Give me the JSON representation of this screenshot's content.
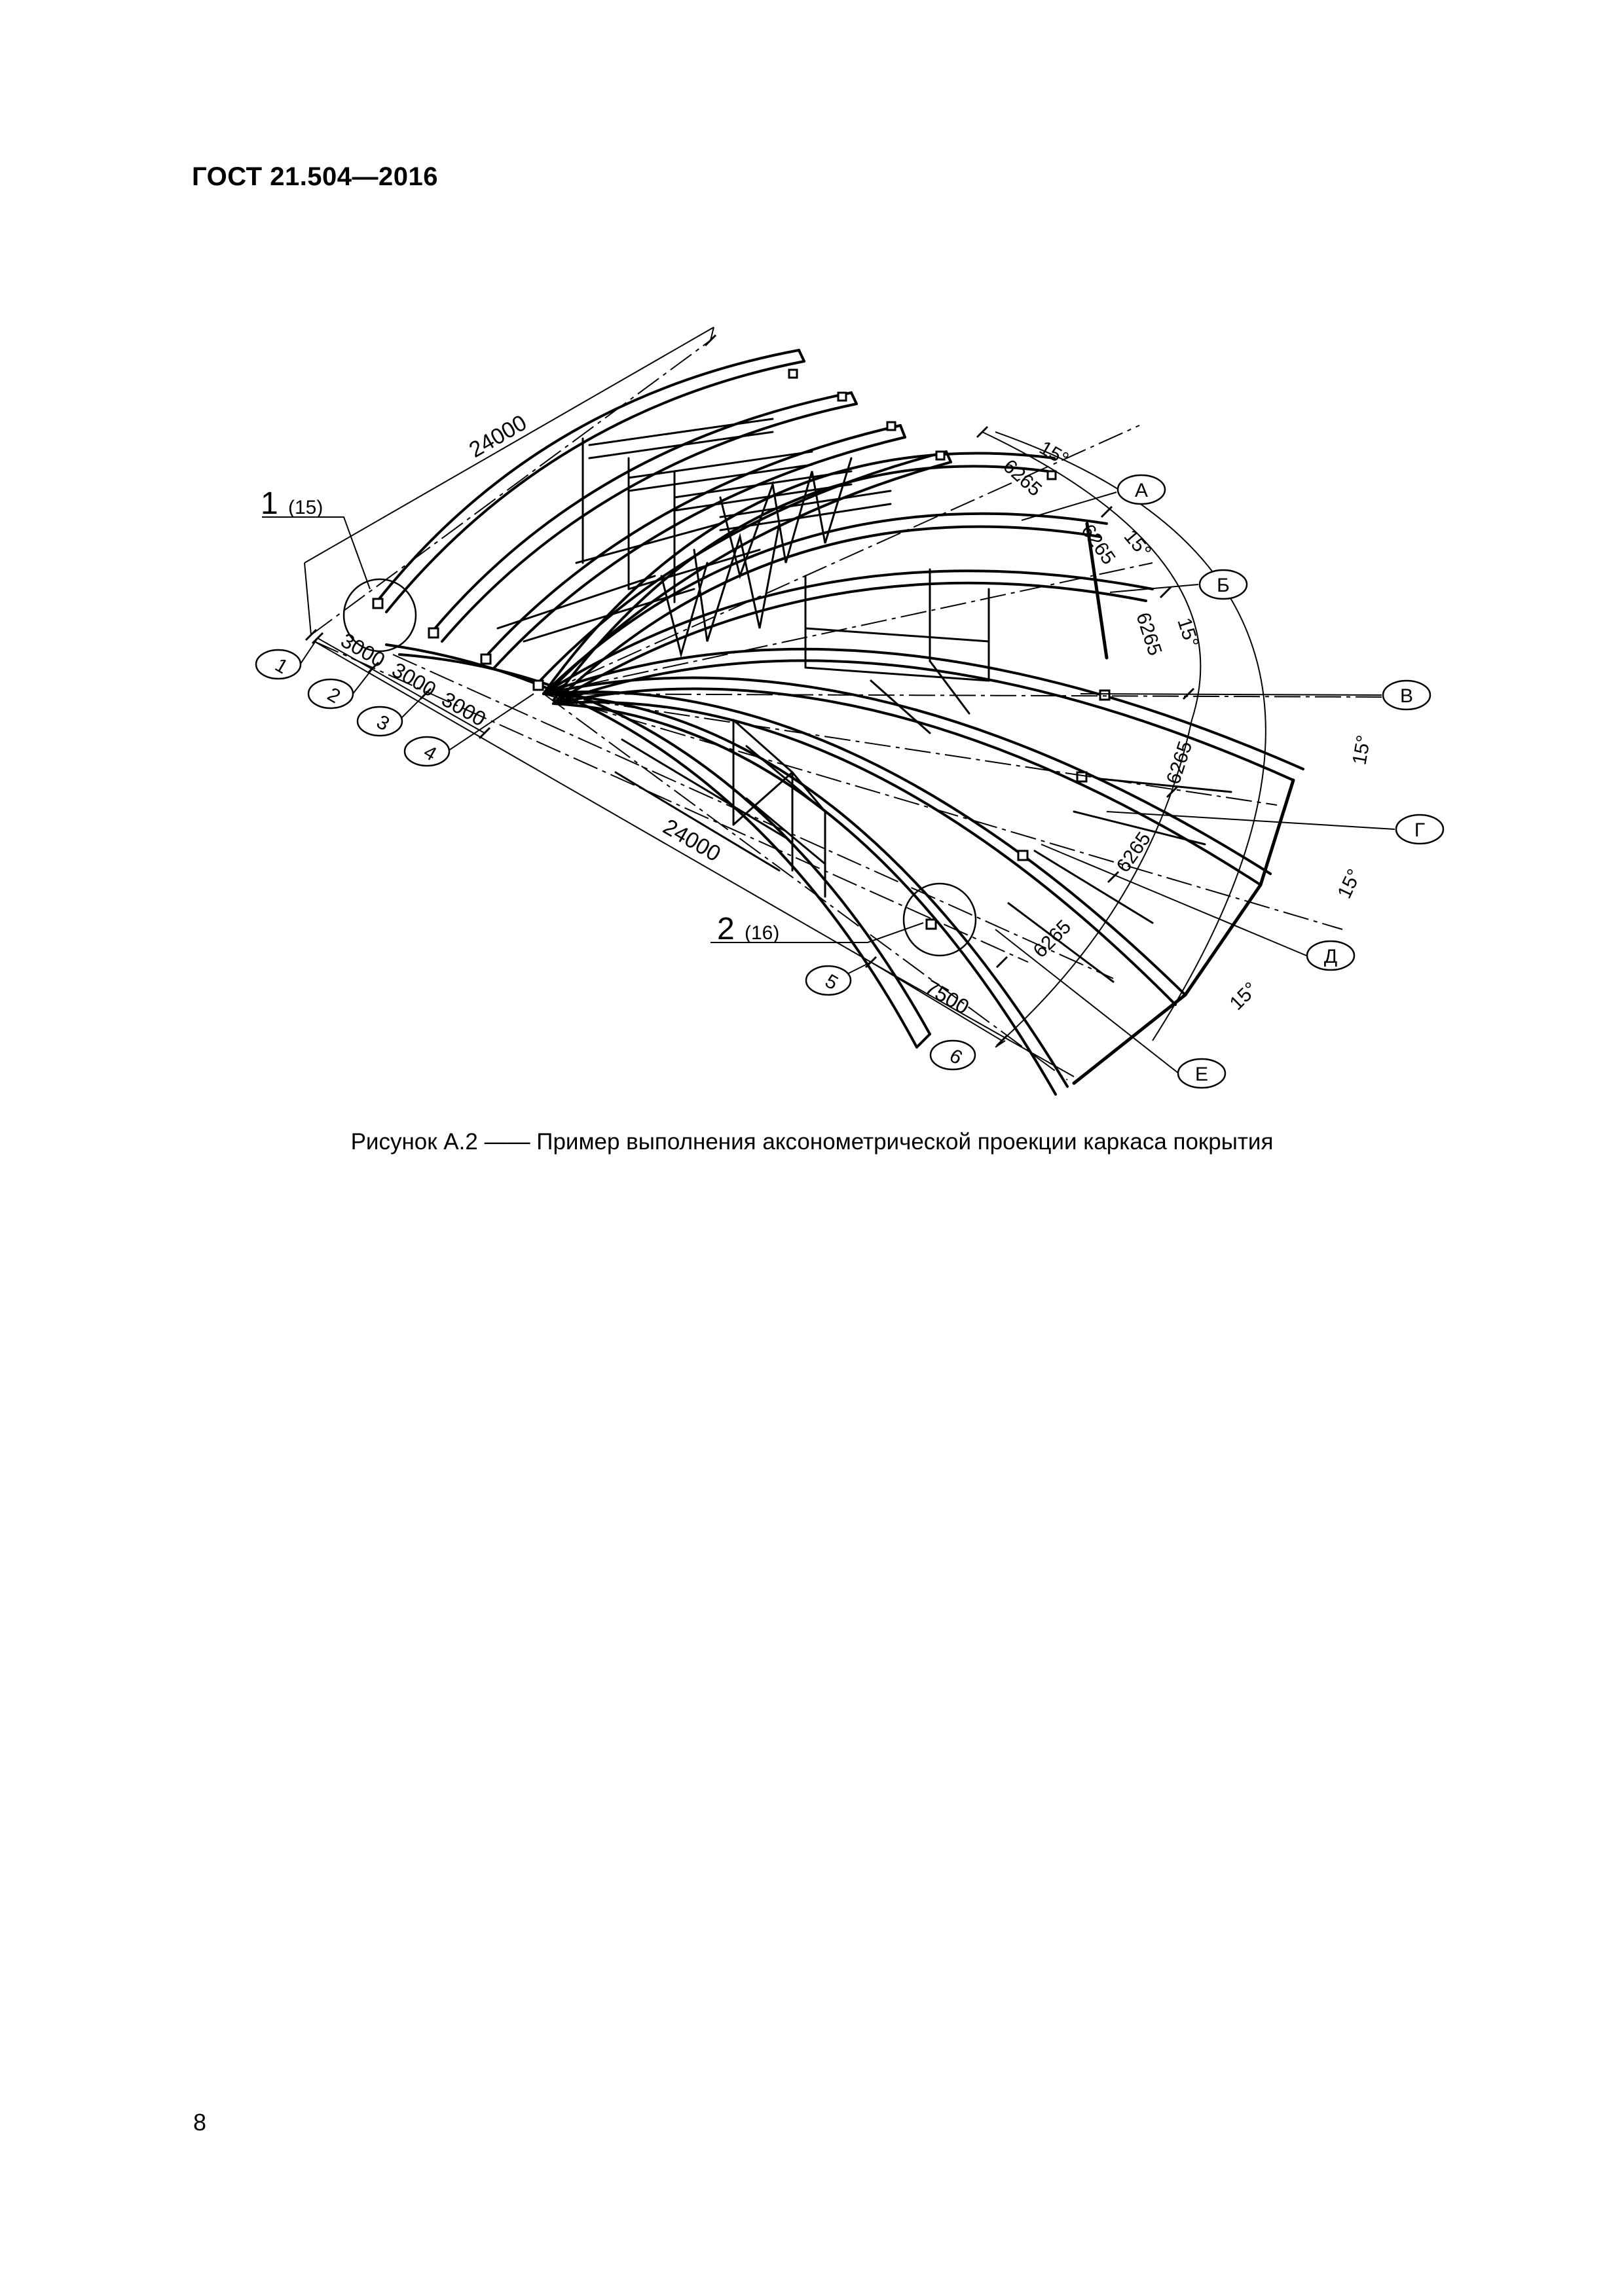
{
  "header": {
    "title": "ГОСТ 21.504—2016"
  },
  "figure": {
    "callouts": [
      {
        "num": "1",
        "ref": "(15)"
      },
      {
        "num": "2",
        "ref": "(16)"
      }
    ],
    "axes_numeric": [
      "1",
      "2",
      "3",
      "4",
      "5",
      "6"
    ],
    "axes_letter": [
      "А",
      "Б",
      "В",
      "Г",
      "Д",
      "Е"
    ],
    "dimensions": {
      "length_top": "24000",
      "length_bottom": "24000",
      "spacing": [
        "3000",
        "3000",
        "3000"
      ],
      "span_end": "7500",
      "arc_segments": [
        "6265",
        "6265",
        "6265",
        "6265",
        "6265",
        "6265"
      ],
      "angles": [
        "15°",
        "15°",
        "15°",
        "15°",
        "15°",
        "15°"
      ]
    }
  },
  "caption": "Рисунок А.2 —— Пример выполнения аксонометрической проекции каркаса покрытия",
  "page_number": "8"
}
